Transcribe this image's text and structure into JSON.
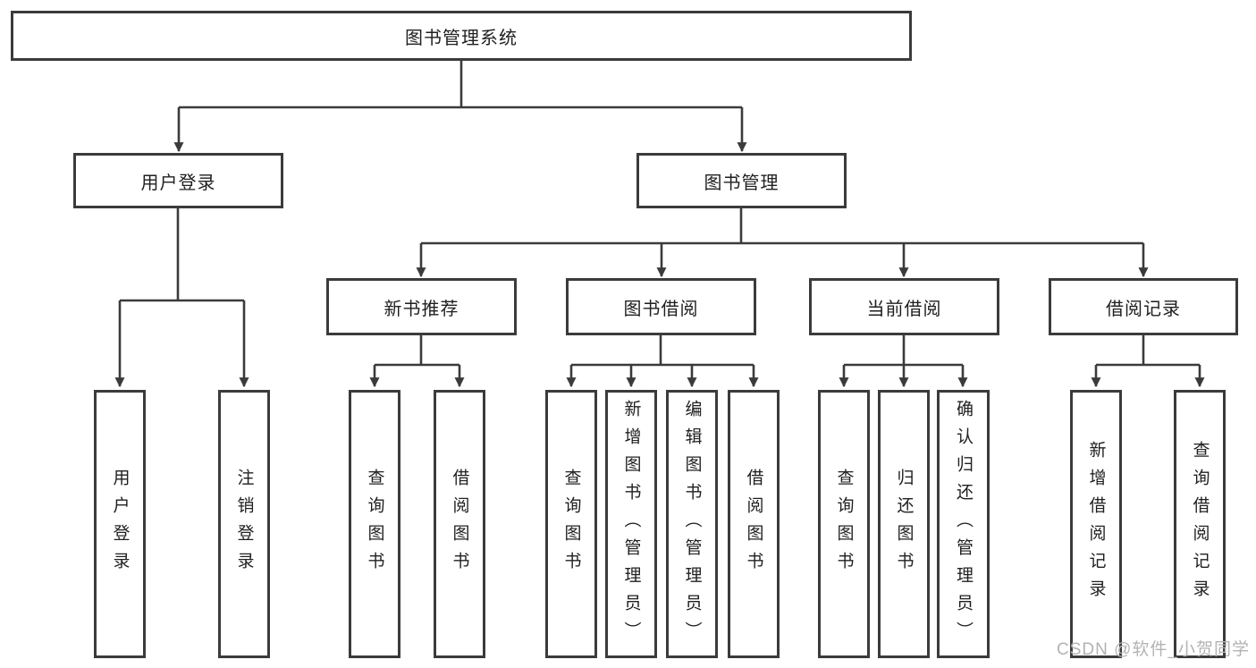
{
  "diagram": {
    "root": "图书管理系统",
    "level2": [
      "用户登录",
      "图书管理"
    ],
    "level3": [
      "新书推荐",
      "图书借阅",
      "当前借阅",
      "借阅记录"
    ],
    "leaves": {
      "user_login": [
        "用户登录",
        "注销登录"
      ],
      "new_book_recommend": [
        "查询图书",
        "借阅图书"
      ],
      "book_borrow": [
        "查询图书",
        "新增图书（管理员）",
        "编辑图书（管理员）",
        "借阅图书"
      ],
      "current_borrow": [
        "查询图书",
        "归还图书",
        "确认归还（管理员）"
      ],
      "borrow_records": [
        "新增借阅记录",
        "查询借阅记录"
      ]
    }
  },
  "watermark": "CSDN @软件_小贺同学",
  "colors": {
    "line": "#3b3b3b",
    "box_border": "#3b3b3b",
    "box_fill": "#ffffff",
    "text": "#1f1f1f",
    "watermark": "#b3b3b3",
    "background": "#ffffff"
  }
}
